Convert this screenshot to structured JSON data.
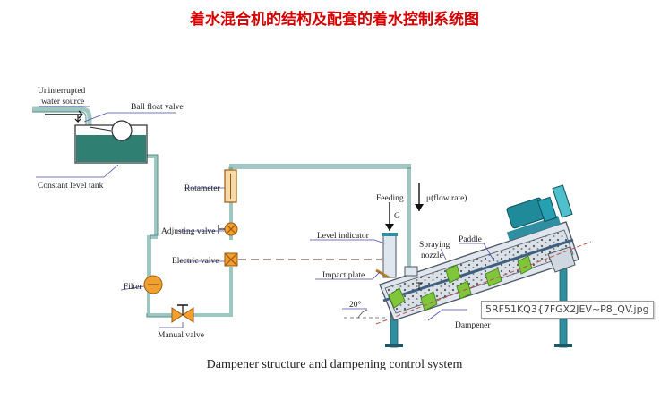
{
  "title": "着水混合机的结构及配套的着水控制系统图",
  "caption": "Dampener structure and dampening control system",
  "tooltip": "5RF51KQ3{7FGX2JEV~P8_QV.jpg",
  "labels": {
    "uninterrupted": "Uninterrupted",
    "water_source": "water source",
    "ball_float_valve": "Ball float valve",
    "constant_level_tank": "Constant level tank",
    "rotameter": "Rotameter",
    "adjusting_valve": "Adjusting valve",
    "electric_valve": "Electric valve",
    "filter": "Filter",
    "manual_valve": "Manual valve",
    "feeding": "Feeding",
    "g": "G",
    "flow_rate": "μ(flow rate)",
    "level_indicator": "Level indicator",
    "impact_plate": "Impact plate",
    "spraying": "Spraying",
    "nozzle": "nozzle",
    "paddle": "Paddle",
    "angle": "20°",
    "dampener": "Dampener"
  },
  "colors": {
    "title": "#d40000",
    "water": "#2f7f73",
    "pipe": "#9fc7c2",
    "valve": "#f0a030",
    "machine": "#dfe6ee",
    "paddle": "#7fc63a",
    "motor": "#1f8a9a",
    "leader": "#4a4ab0"
  }
}
